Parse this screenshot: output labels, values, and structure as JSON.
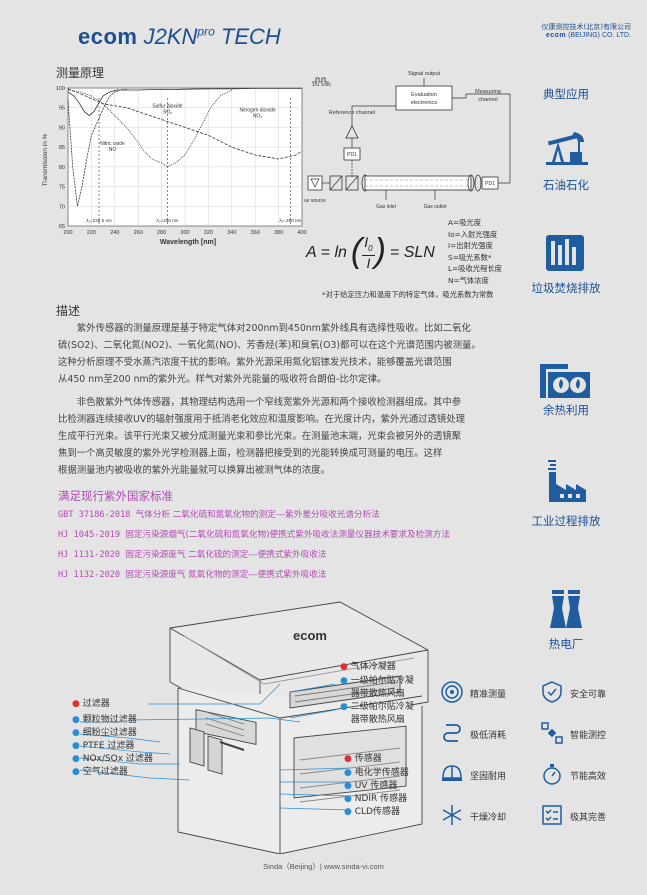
{
  "header": {
    "brand_ecom": "ecom",
    "brand_model": "J2KN",
    "brand_pro": "pro",
    "brand_tech": "TECH",
    "corp_cn": "仪康测控技术(北京)有限公司",
    "corp_en_brand": "ecom",
    "corp_en_rest": "(BEIJING) CO. LTD."
  },
  "principle": {
    "title": "测量原理",
    "chart_data": {
      "type": "line",
      "title": "",
      "xlabel": "Wavelength [nm]",
      "ylabel": "Transmission in %",
      "xlim": [
        200,
        400
      ],
      "ylim": [
        65,
        100
      ],
      "x_ticks": [
        "200",
        "220",
        "240",
        "260",
        "280",
        "300",
        "320",
        "340",
        "360",
        "380",
        "400"
      ],
      "y_ticks": [
        "100",
        "95",
        "90",
        "85",
        "80",
        "75",
        "70",
        "65"
      ],
      "grid": true,
      "series": [
        {
          "x": [
            200,
            205,
            210,
            214,
            218,
            222,
            226,
            230,
            236,
            242,
            250,
            260,
            270,
            280,
            285,
            290,
            300,
            320,
            340,
            360,
            380,
            400
          ],
          "values": [
            99,
            98,
            96,
            94,
            93,
            94,
            96,
            98,
            99,
            99.5,
            99.5,
            99.5,
            99.6,
            99.6,
            99.6,
            99.6,
            99.7,
            99.8,
            99.8,
            99.9,
            99.9,
            99.9
          ]
        },
        {
          "x": [
            200,
            204,
            208,
            212,
            216,
            220,
            226,
            232,
            236,
            240,
            245,
            250
          ],
          "values": [
            97,
            80,
            70,
            75,
            82,
            88,
            92,
            96,
            98,
            99,
            99.5,
            99.7
          ]
        },
        {
          "x": [
            200,
            210,
            220,
            230,
            240,
            250,
            258,
            265,
            272,
            280,
            285,
            292,
            300,
            308,
            315,
            322,
            330,
            340
          ],
          "values": [
            99.5,
            99,
            98,
            96,
            93,
            90,
            87,
            84,
            82,
            81,
            80,
            81,
            83,
            87,
            91,
            95,
            98,
            99.5
          ]
        },
        {
          "x": [
            200,
            215,
            230,
            250,
            270,
            300,
            320,
            340,
            360,
            380,
            395,
            400
          ],
          "values": [
            99.8,
            98,
            96,
            95,
            93,
            90,
            88,
            85,
            83,
            82,
            83,
            84
          ]
        }
      ],
      "annotations": [
        {
          "text": "Sulfur dioxide",
          "sub": "SO₂",
          "x": 285,
          "y": 95
        },
        {
          "text": "Nitrogen dioxide",
          "sub": "NO₂",
          "x": 362,
          "y": 94
        },
        {
          "text": "Nitric oxide",
          "sub": "NO",
          "x": 238,
          "y": 85.5
        }
      ],
      "markers": [
        {
          "text": "λ₁=226.5 nm",
          "x": 226.5
        },
        {
          "text": "λ₂=285 nm",
          "x": 285
        },
        {
          "text": "λ₃=390 nm",
          "x": 390
        }
      ]
    },
    "diagram": {
      "signal_output": "Signal output",
      "eval_electronics_1": "Evaluation",
      "eval_electronics_2": "electronics",
      "measuring_channel_1": "Measuring",
      "measuring_channel_2": "channel",
      "reference_channel": "Reference channel",
      "pd1_a": "PD1",
      "pd1_b": "PD1",
      "uv_source": "uv source",
      "gas_inlet": "Gas inlet",
      "gas_outlet": "Gas outlet",
      "pulse_label": "1/f1 1000"
    },
    "formula": {
      "a": "A",
      "eq1": "= ln",
      "i0": "I",
      "i0_sub": "0",
      "i": "I",
      "eq2": "= SLN"
    },
    "legend": [
      "A=吸光度",
      "Io=入射光强度",
      "I=出射光强度",
      "S=吸光系数*",
      "L=吸收光程长度",
      "N=气体浓度"
    ],
    "footnote": "*对于给定压力和温度下的特定气体，吸光系数为常数"
  },
  "description": {
    "title": "描述",
    "para1": [
      "紫外传感器的测量原理是基于特定气体对200nm到450nm紫外线具有选择性吸收。比如二氧化",
      "硫(SO2)、二氧化氮(NO2)、一氧化氮(NO)、芳香烃(苯)和臭氧(O3)都可以在这个光谱范围内被测量。",
      "这种分析原理不受水蒸汽浓度干扰的影响。紫外光源采用氮化铝镓发光技术，能够覆盖光谱范围",
      "从450 nm至200 nm的紫外光。样气对紫外光能量的吸收符合朗伯-比尔定律。"
    ],
    "para2": [
      "非色散紫外气体传感器，其物理结构选用一个窄线宽紫外光源和两个接收检测器组成。其中参",
      "比检测器连续接收UV的辐射强度用于抵消老化效应和温度影响。在光度计内，紫外光通过透镜处理",
      "生成平行光束。该平行光束又被分成测量光束和参比光束。在测量池末端，光束会被另外的透镜聚",
      "焦到一个高灵敏度的紫外光学检测器上面，检测器把接受到的光能转换成可测量的电压。这样",
      "根据测量池内被吸收的紫外光能量就可以换算出被测气体的浓度。"
    ]
  },
  "standards": {
    "title": "满足现行紫外国家标准",
    "items": [
      {
        "code": "GBT 37186-2018",
        "name": "气体分析 二氧化硫和氮氧化物的测定---紫外差分吸收光谱分析法"
      },
      {
        "code": "HJ 1045-2019",
        "name": "固定污染源烟气(二氧化硫和氮氧化物)便携式紫外吸收法测量仪器技术要求及检测方法"
      },
      {
        "code": "HJ 1131-2020",
        "name": "固定污染源废气 二氧化硫的测定---便携式紫外吸收法"
      },
      {
        "code": "HJ 1132-2020",
        "name": "固定污染源废气 氮氧化物的测定---便携式紫外吸收法"
      }
    ]
  },
  "sidebar": {
    "title": "典型应用",
    "items": [
      {
        "label": "石油石化",
        "icon": "oil-pump-icon"
      },
      {
        "label": "垃圾焚烧排放",
        "icon": "waste-incineration-icon"
      },
      {
        "label": "余热利用",
        "icon": "waste-heat-icon"
      },
      {
        "label": "工业过程排放",
        "icon": "factory-chimney-icon"
      },
      {
        "label": "热电厂",
        "icon": "power-plant-icon"
      }
    ]
  },
  "product": {
    "logo": "ecom",
    "filter_head": "过滤器",
    "filters": [
      "颗粒物过滤器",
      "细粉尘过滤器",
      "PTFE 过滤器",
      "NOx/SOx 过滤器",
      "空气过滤器"
    ],
    "cooler_head": "气体冷凝器",
    "coolers": [
      "一级帕尔贴冷凝",
      "器带散热风扇",
      "二级帕尔贴冷凝",
      "器带散热风扇"
    ],
    "sensor_head": "传感器",
    "sensors": [
      "电化学传感器",
      "UV 传感器",
      "NDIR 传感器",
      "CLD传感器"
    ]
  },
  "features": [
    {
      "label": "精准测量",
      "icon": "target-icon"
    },
    {
      "label": "安全可靠",
      "icon": "shield-check-icon"
    },
    {
      "label": "极低消耗",
      "icon": "low-consumption-icon"
    },
    {
      "label": "智能测控",
      "icon": "satellite-icon"
    },
    {
      "label": "坚固耐用",
      "icon": "helmet-icon"
    },
    {
      "label": "节能高效",
      "icon": "stopwatch-icon"
    },
    {
      "label": "干燥冷却",
      "icon": "snowflake-icon"
    },
    {
      "label": "极其完善",
      "icon": "checklist-icon"
    }
  ],
  "footer": "Sinda（Beijing）| www.sinda-vi.com",
  "colors": {
    "brand": "#1b4f93",
    "accent": "#b44ab6",
    "sidebar_icon": "#1f5d9e"
  }
}
